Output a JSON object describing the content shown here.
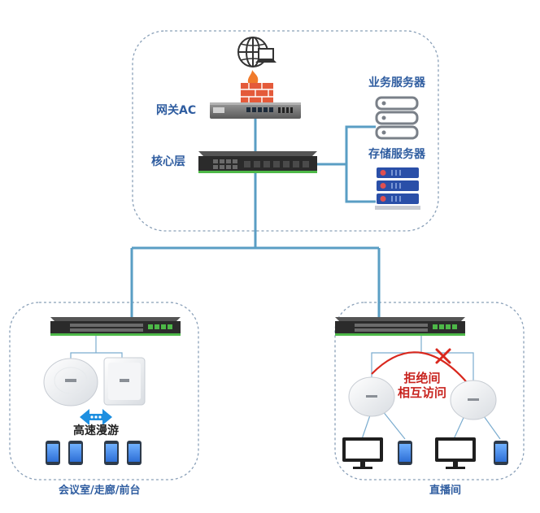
{
  "labels": {
    "gateway_ac": "网关AC",
    "core_layer": "核心层",
    "business_server": "业务服务器",
    "storage_server": "存储服务器",
    "roaming": "高速漫游",
    "no_access_line1": "拒绝间",
    "no_access_line2": "相互访问",
    "meeting_area": "会议室/走廊/前台",
    "live_room": "直播间"
  },
  "colors": {
    "line": "#5a9ec4",
    "zone_border": "#8aa0b8",
    "switch_body": "#2b2b2b",
    "switch_accent": "#4db848",
    "firewall": "#e45a3a",
    "server_blue": "#2a4fa8",
    "server_red": "#e05050",
    "deny_red": "#d9281e"
  },
  "icons": [
    "globe-laptop-icon",
    "firewall-icon",
    "gateway-ac-device",
    "core-switch-icon",
    "business-server-icon",
    "storage-server-icon",
    "access-switch-icon",
    "access-point-icon",
    "smartphone-icon",
    "desktop-monitor-icon",
    "roaming-arrow-icon",
    "deny-x-icon"
  ]
}
